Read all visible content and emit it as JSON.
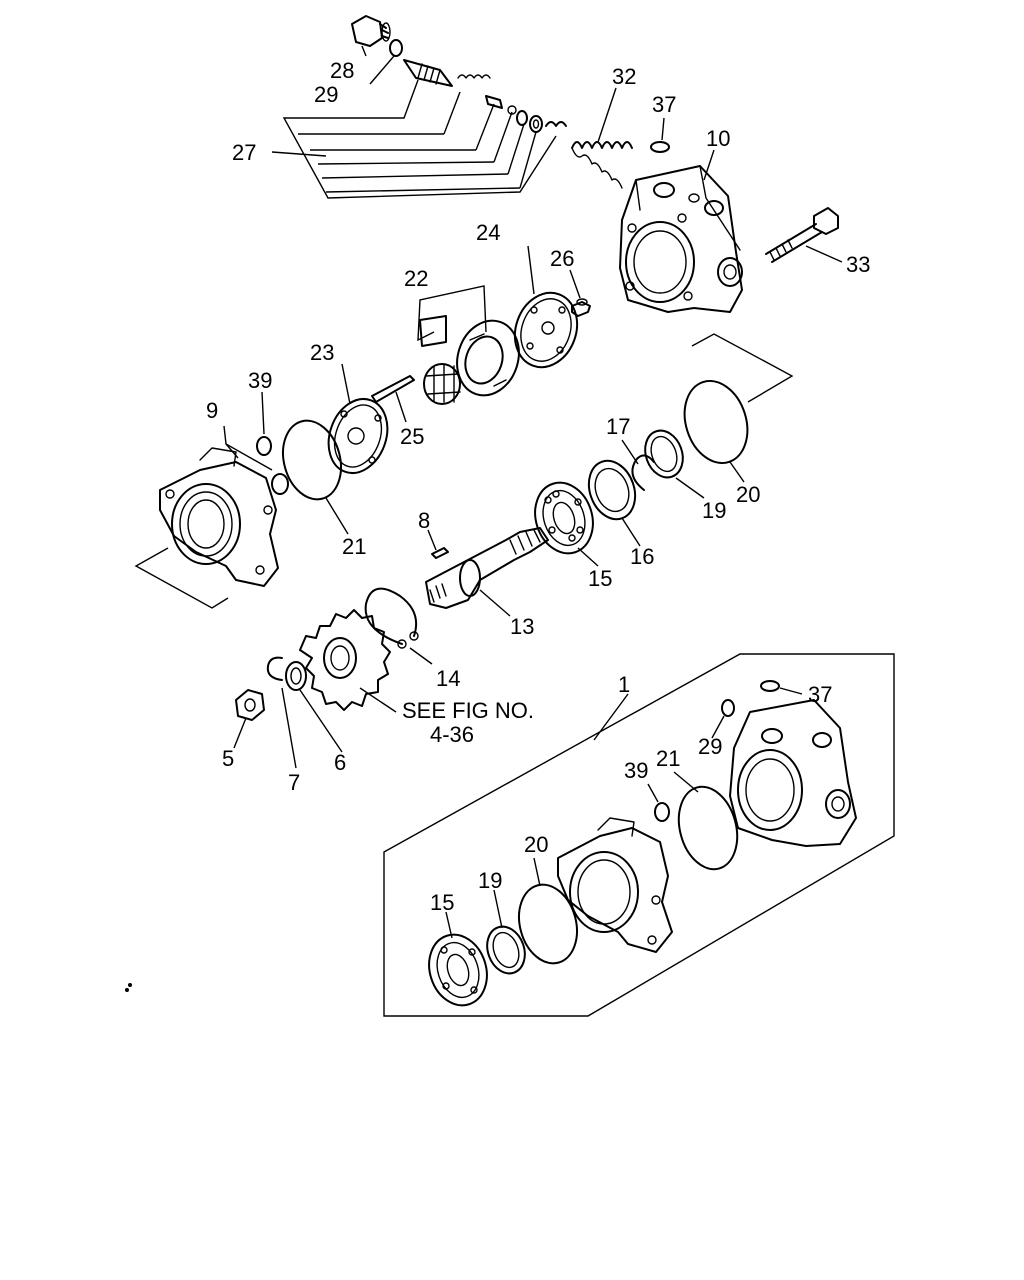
{
  "labels": {
    "p28": "28",
    "p29": "29",
    "p27": "27",
    "p32": "32",
    "p37": "37",
    "p10": "10",
    "p33": "33",
    "p24": "24",
    "p26": "26",
    "p22": "22",
    "p23": "23",
    "p39": "39",
    "p9": "9",
    "p25": "25",
    "p17": "17",
    "p20": "20",
    "p19": "19",
    "p21": "21",
    "p8": "8",
    "p16": "16",
    "p15": "15",
    "p13": "13",
    "p14": "14",
    "p5": "5",
    "p7": "7",
    "p6": "6",
    "p1": "1",
    "k37": "37",
    "k29": "29",
    "k39": "39",
    "k21": "21",
    "k20": "20",
    "k19": "19",
    "k15": "15"
  },
  "note": {
    "line1": "SEE FIG NO.",
    "line2": "4-36"
  }
}
